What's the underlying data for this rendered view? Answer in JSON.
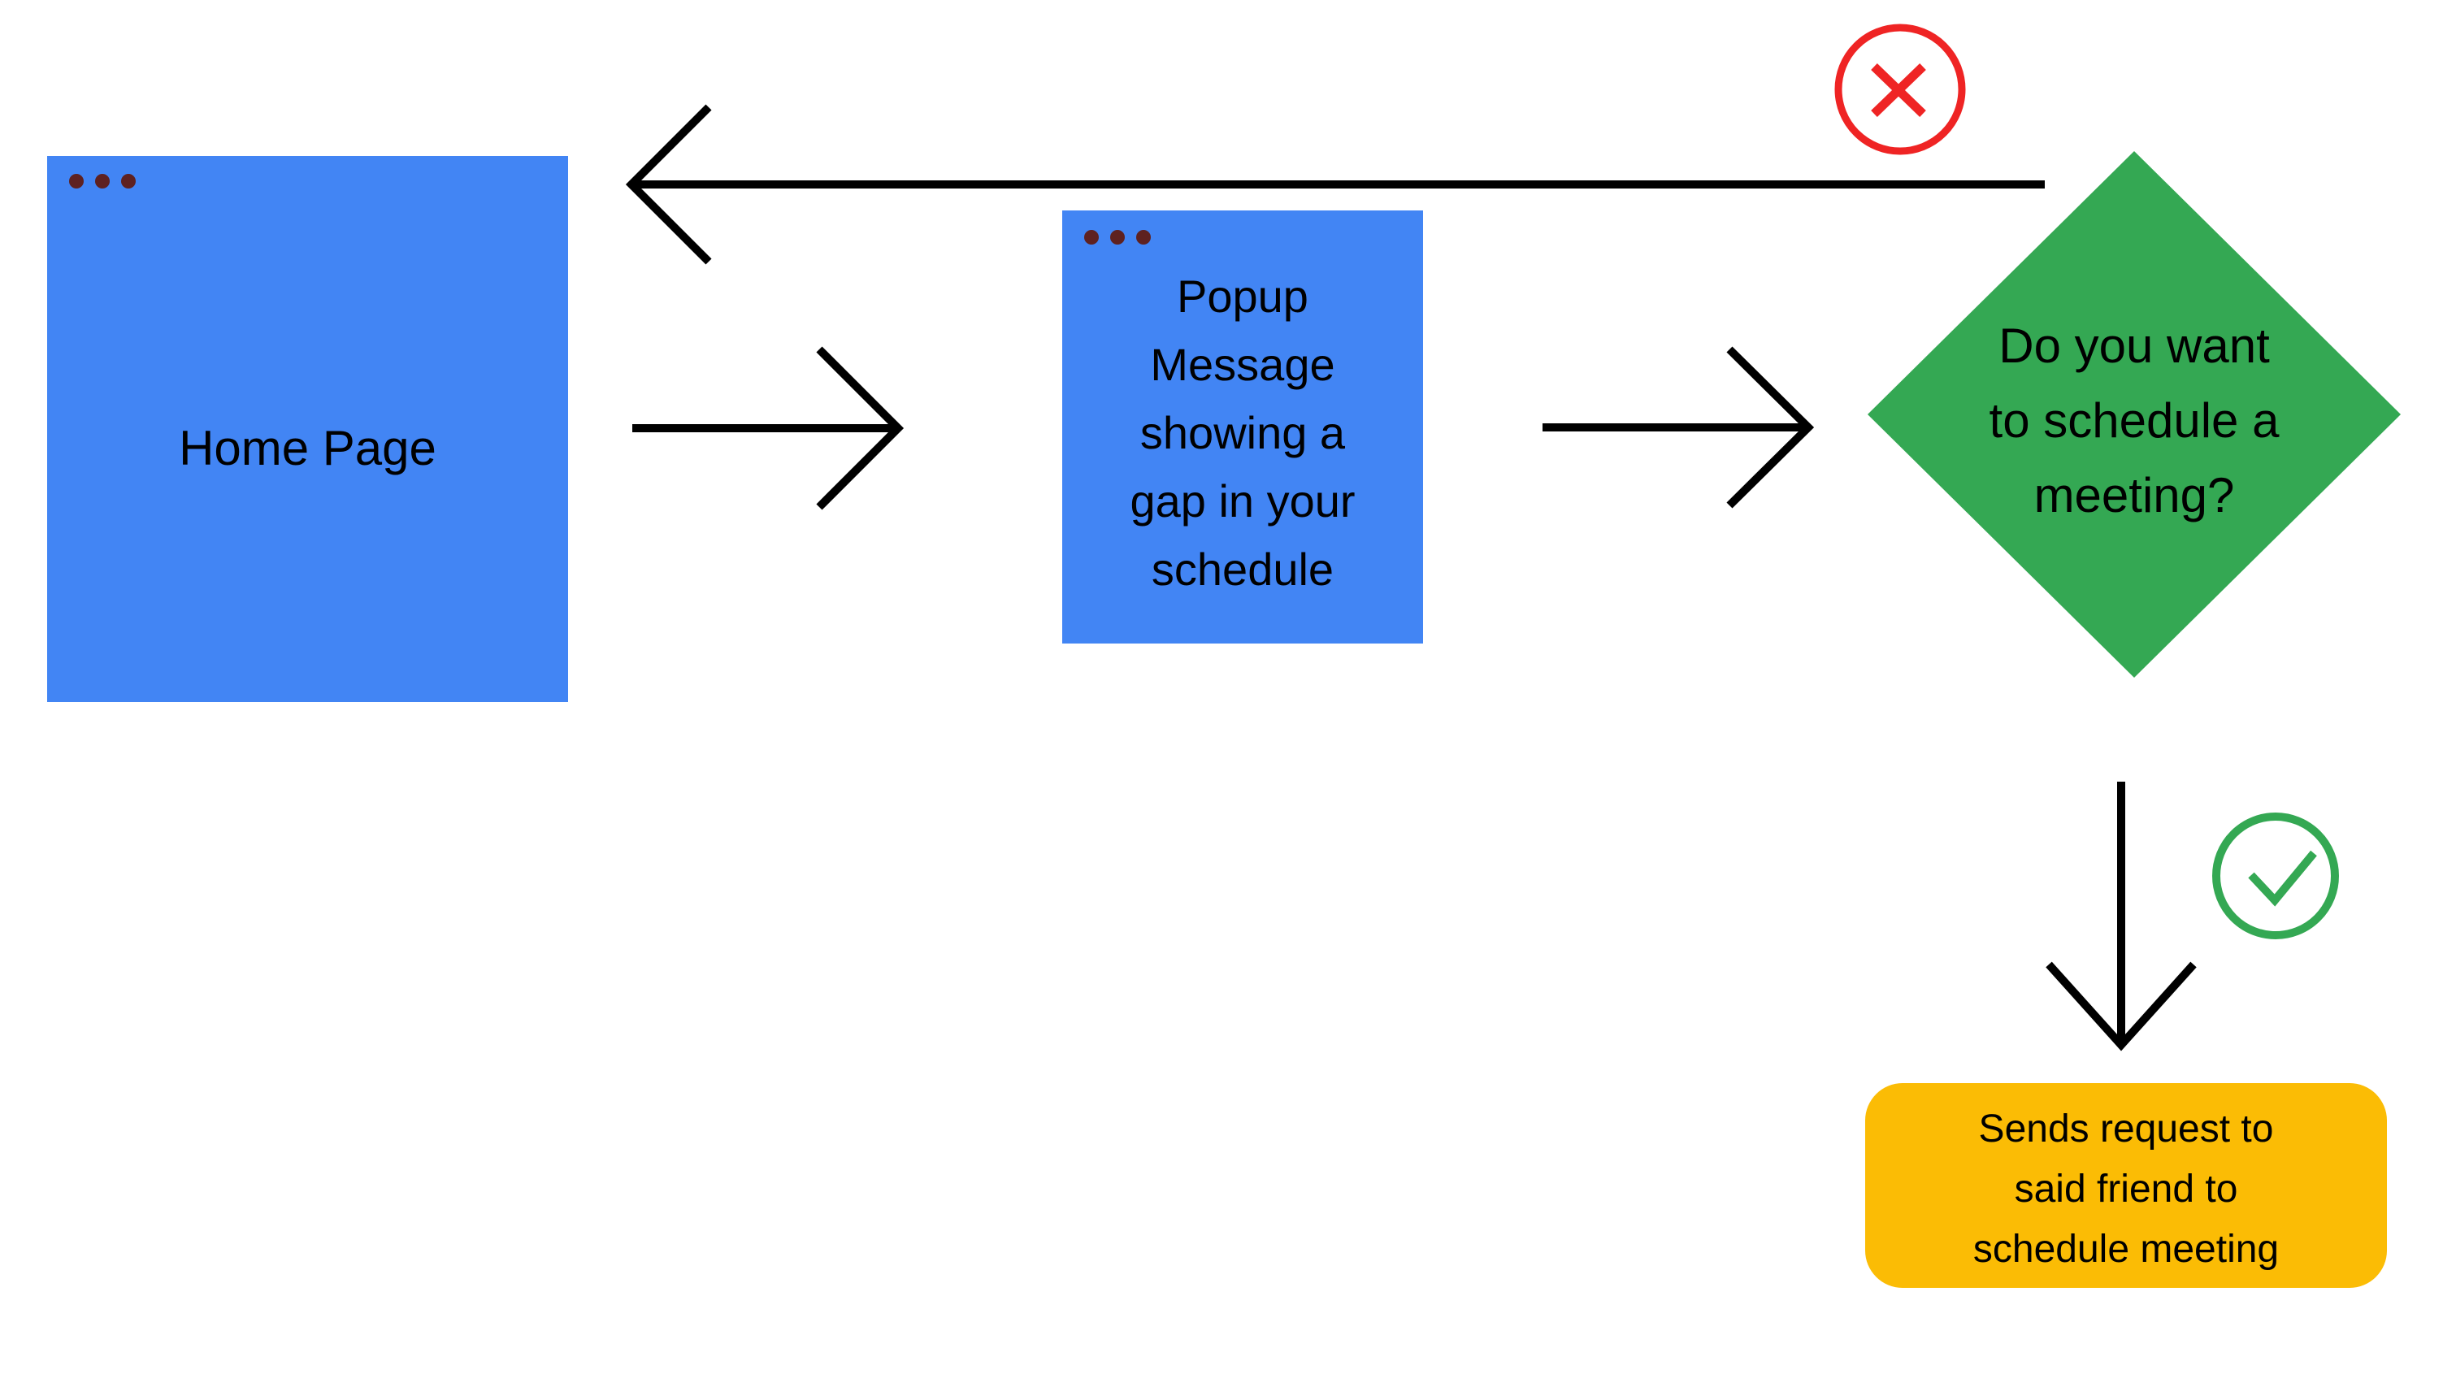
{
  "theme": {
    "blue": "#4285F4",
    "green": "#34A853",
    "yellow": "#FBBC05",
    "red": "#EF2424",
    "dot": "#5E2120",
    "ink": "#000000"
  },
  "nodes": {
    "home": {
      "type": "browser-window-rectangle",
      "label": "Home Page",
      "color_key": "blue",
      "window_dots": 3
    },
    "popup": {
      "type": "browser-window-rectangle",
      "label": "Popup\nMessage\nshowing a\ngap in your\nschedule",
      "color_key": "blue",
      "window_dots": 3
    },
    "decision": {
      "type": "diamond",
      "label": "Do you want\nto schedule a\nmeeting?",
      "color_key": "green"
    },
    "outcome": {
      "type": "rounded-rectangle",
      "label": "Sends request to\nsaid friend to\nschedule meeting",
      "color_key": "yellow"
    }
  },
  "edges": [
    {
      "from": "home",
      "to": "popup",
      "direction": "right",
      "badge": null
    },
    {
      "from": "popup",
      "to": "decision",
      "direction": "right",
      "badge": null
    },
    {
      "from": "decision",
      "to": "home",
      "direction": "left",
      "badge": "no-x-circle"
    },
    {
      "from": "decision",
      "to": "outcome",
      "direction": "down",
      "badge": "yes-check-circle"
    }
  ],
  "badges": {
    "no": {
      "icon": "x-circle",
      "meaning": "no branch",
      "color_key": "red"
    },
    "yes": {
      "icon": "check-circle",
      "meaning": "yes branch",
      "color_key": "green"
    }
  }
}
